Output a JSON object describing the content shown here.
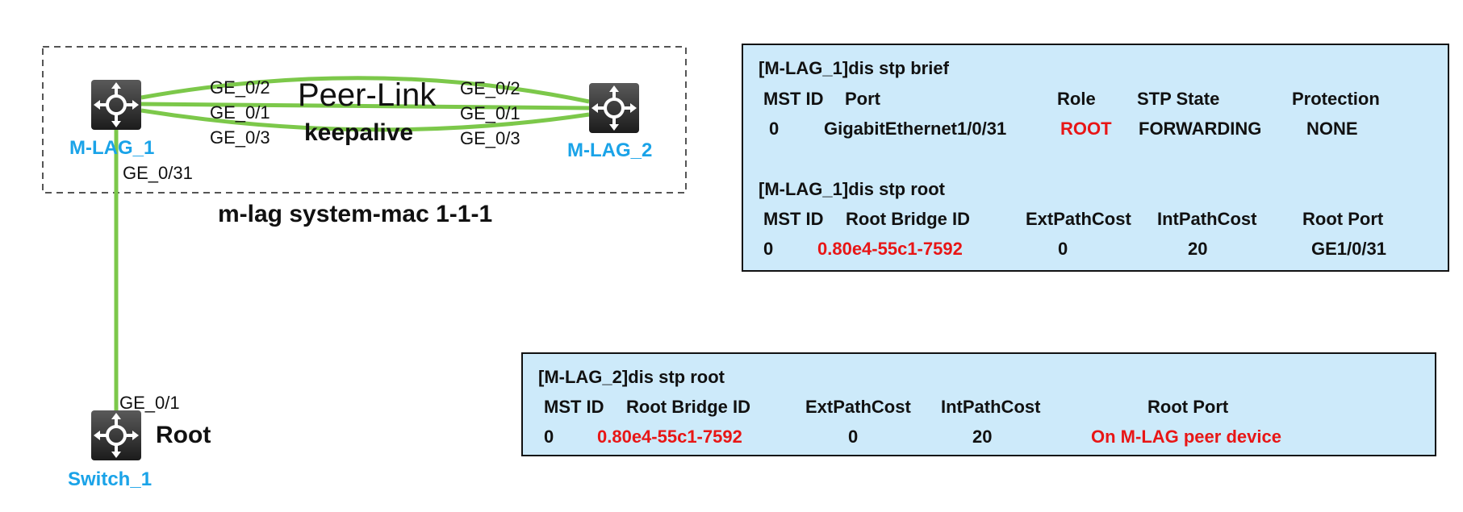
{
  "diagram": {
    "devices": {
      "mlag1": "M-LAG_1",
      "mlag2": "M-LAG_2",
      "switch1": "Switch_1",
      "root_label": "Root"
    },
    "links": {
      "peer_link": "Peer-Link",
      "keepalive": "keepalive",
      "mlag1_ports": [
        "GE_0/2",
        "GE_0/1",
        "GE_0/3"
      ],
      "mlag2_ports": [
        "GE_0/2",
        "GE_0/1",
        "GE_0/3"
      ],
      "mlag1_downlink_port": "GE_0/31",
      "switch1_uplink_port": "GE_0/1"
    },
    "system_mac_caption": "m-lag system-mac 1-1-1",
    "colors": {
      "link": "#7cc84a",
      "device_label": "#1aa3e8",
      "panel_bg": "#cdeafa",
      "highlight": "#e81616"
    },
    "icons": {
      "device": "switch-router-icon"
    }
  },
  "panels": {
    "mlag1_brief": {
      "command": "[M-LAG_1]dis stp brief",
      "headers": [
        "MST ID",
        "Port",
        "Role",
        "STP State",
        "Protection"
      ],
      "row": [
        "0",
        "GigabitEthernet1/0/31",
        "ROOT",
        "FORWARDING",
        "NONE"
      ]
    },
    "mlag1_root": {
      "command": "[M-LAG_1]dis stp root",
      "headers": [
        "MST ID",
        "Root Bridge ID",
        "ExtPathCost",
        "IntPathCost",
        "Root Port"
      ],
      "row": [
        "0",
        "0.80e4-55c1-7592",
        "0",
        "20",
        "GE1/0/31"
      ]
    },
    "mlag2_root": {
      "command": "[M-LAG_2]dis stp root",
      "headers": [
        "MST ID",
        "Root Bridge ID",
        "ExtPathCost",
        "IntPathCost",
        "Root Port"
      ],
      "row": [
        "0",
        "0.80e4-55c1-7592",
        "0",
        "20",
        "On M-LAG peer device"
      ]
    }
  }
}
